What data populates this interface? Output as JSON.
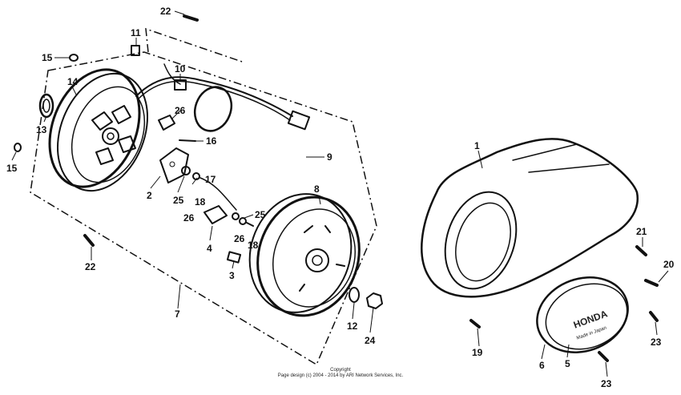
{
  "diagram": {
    "labels": {
      "p1": "1",
      "p2": "2",
      "p3": "3",
      "p4": "4",
      "p5": "5",
      "p6": "6",
      "p7": "7",
      "p8": "8",
      "p9": "9",
      "p10": "10",
      "p11": "11",
      "p12": "12",
      "p13": "13",
      "p14": "14",
      "p15a": "15",
      "p15b": "15",
      "p16": "16",
      "p17": "17",
      "p18a": "18",
      "p18b": "18",
      "p19": "19",
      "p20": "20",
      "p21": "21",
      "p22a": "22",
      "p22b": "22",
      "p23a": "23",
      "p23b": "23",
      "p24": "24",
      "p25a": "25",
      "p25b": "25",
      "p26a": "26",
      "p26b": "26",
      "p26c": "26"
    },
    "cover_logo": "HONDA",
    "cover_small_text": "Made in Japan"
  },
  "footer": {
    "line1": "Copyright",
    "line2": "Page design (c) 2004 - 2014 by ARI Network Services, Inc."
  }
}
